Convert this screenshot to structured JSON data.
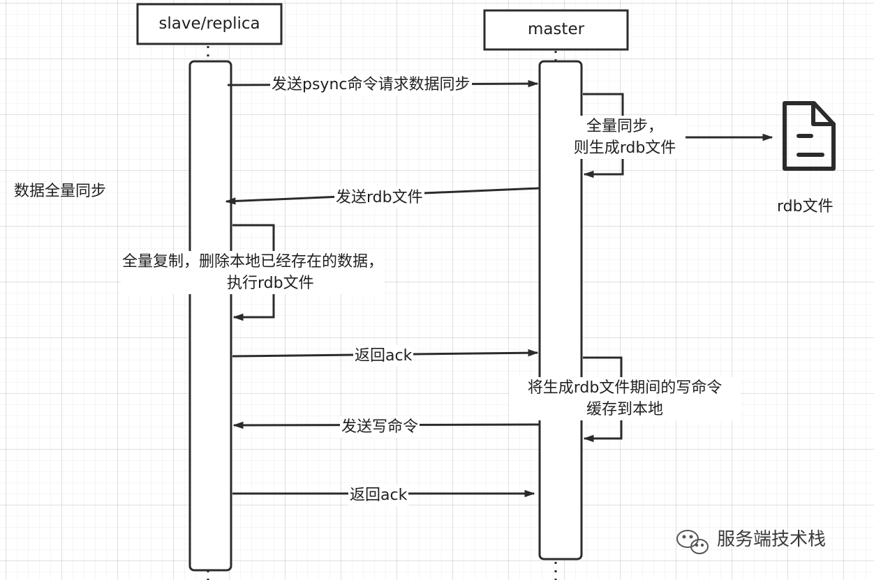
{
  "title": "数据全量同步",
  "participants": {
    "slave": "slave/replica",
    "master": "master"
  },
  "messages": {
    "psync_request": "发送psync命令请求数据同步",
    "master_self": [
      "全量同步，",
      "则生成rdb文件"
    ],
    "send_rdb": "发送rdb文件",
    "slave_self": [
      "全量复制，删除本地已经存在的数据，",
      "执行rdb文件"
    ],
    "ack_1": "返回ack",
    "master_buffer": [
      "将生成rdb文件期间的写命令",
      "缓存到本地"
    ],
    "send_write": "发送写命令",
    "ack_2": "返回ack"
  },
  "rdb_file": {
    "icon": "file-icon",
    "label": "rdb文件"
  },
  "watermark": "服务端技术栈",
  "colors": {
    "line": "#2b2b2b",
    "box_fill": "#ffffff"
  }
}
